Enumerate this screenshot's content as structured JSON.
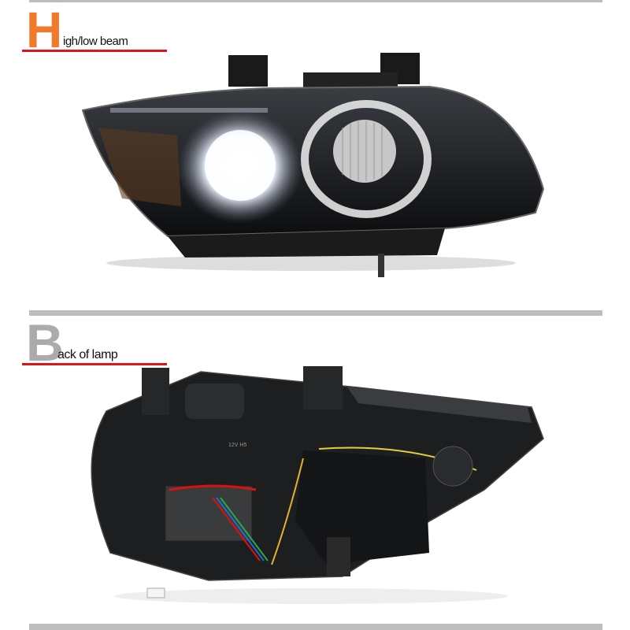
{
  "sections": [
    {
      "initial": "H",
      "rest": "igh/low beam",
      "initial_color": "#f07a2a",
      "image": "headlight-front-lit"
    },
    {
      "initial": "B",
      "rest": "ack of lamp",
      "initial_color": "#ababab",
      "image": "headlight-rear-wiring",
      "label_on_housing": "12V H5"
    }
  ],
  "colors": {
    "divider": "#bdbdbd",
    "underline": "#e0121b"
  }
}
